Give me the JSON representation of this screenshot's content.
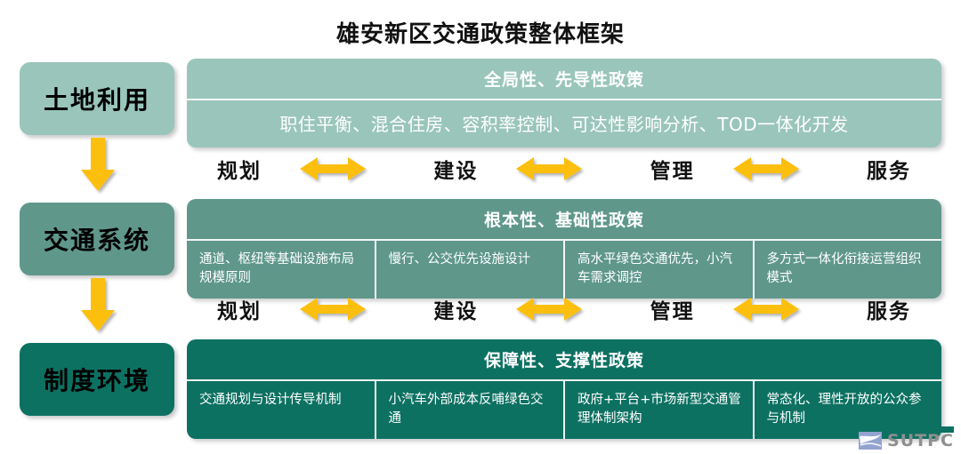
{
  "title": "雄安新区交通政策整体框架",
  "stages": [
    {
      "label": "土地利用",
      "color": "#9ac5ba"
    },
    {
      "label": "交通系统",
      "color": "#5f978b"
    },
    {
      "label": "制度环境",
      "color": "#0d7162"
    }
  ],
  "connector_icons": [
    {
      "name": "down-arrow-icon",
      "color": "#fcbf11"
    },
    {
      "name": "down-arrow-icon",
      "color": "#fcbf11"
    }
  ],
  "panels": [
    {
      "header": "全局性、先导性政策",
      "color": "#9ac5ba",
      "body_text": "职住平衡、混合住房、容积率控制、可达性影响分析、TOD一体化开发",
      "cells": []
    },
    {
      "header": "根本性、基础性政策",
      "color": "#5f978b",
      "body_text": "",
      "cells": [
        "通道、枢纽等基础设施布局规模原则",
        "慢行、公交优先设施设计",
        "高水平绿色交通优先，小汽车需求调控",
        "多方式一体化衔接运营组织模式"
      ]
    },
    {
      "header": "保障性、支撑性政策",
      "color": "#0d7162",
      "body_text": "",
      "cells": [
        "交通规划与设计传导机制",
        "小汽车外部成本反哺绿色交通",
        "政府+平台+市场新型交通管理体制架构",
        "常态化、理性开放的公众参与机制"
      ]
    }
  ],
  "flow_rows": [
    {
      "labels": [
        "规划",
        "建设",
        "管理",
        "服务"
      ],
      "arrow_icon": "double-arrow-icon",
      "arrow_color": "#fcbf11"
    },
    {
      "labels": [
        "规划",
        "建设",
        "管理",
        "服务"
      ],
      "arrow_icon": "double-arrow-icon",
      "arrow_color": "#fcbf11"
    }
  ],
  "logo": {
    "text": "SUTPC",
    "mark_icon": "sutpc-swoosh-icon",
    "mark_color": "#93a3cf",
    "text_color": "#8f8f8f"
  }
}
